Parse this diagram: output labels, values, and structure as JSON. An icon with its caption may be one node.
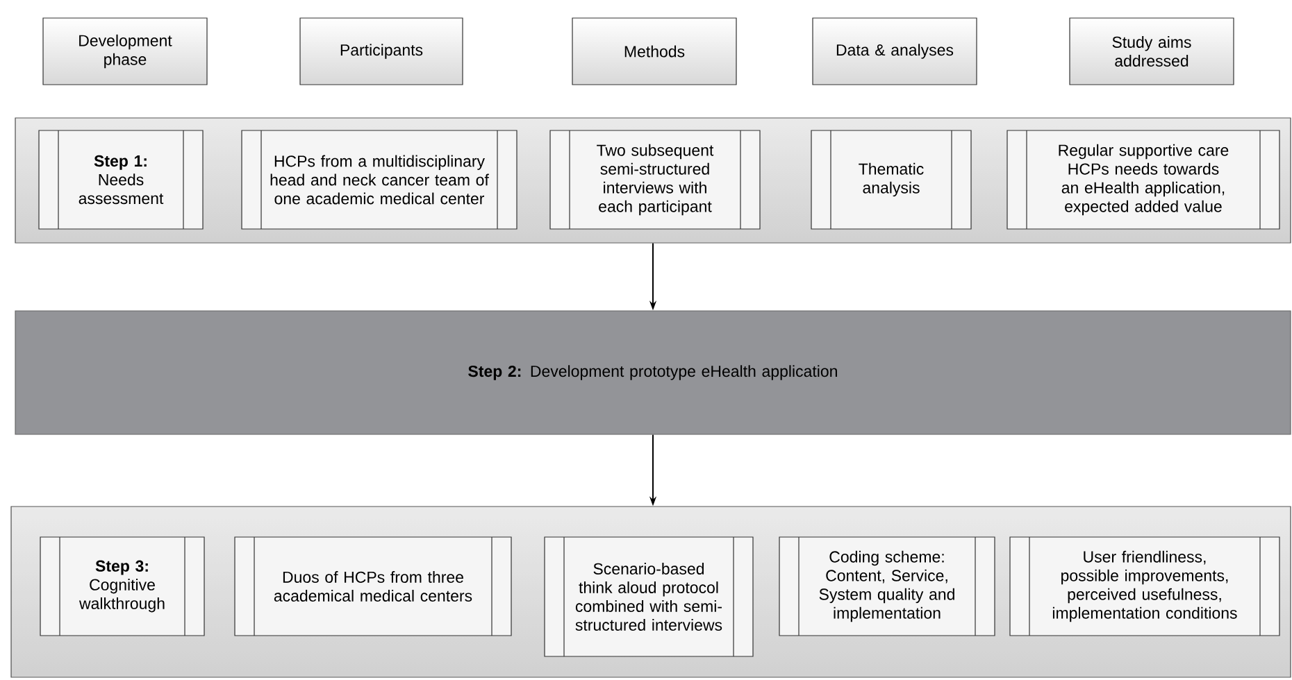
{
  "diagram": {
    "nodes": [
      {
        "text": [
          "Development phase"
        ]
      },
      {
        "text": [
          "Participants"
        ]
      },
      {
        "text": [
          "Methods"
        ]
      },
      {
        "text": [
          "Data & analyses"
        ]
      },
      {
        "text": [
          "Study aims addressed"
        ]
      },
      {
        "text": [],
        "shape": "box"
      },
      {
        "text": [
          "Step 1:",
          "Needs assessment"
        ],
        "in": 5
      },
      {
        "text": [
          "HCPs from a multidisciplinary head and neck cancer team of one academic medical center"
        ],
        "in": 5
      },
      {
        "text": [
          "Two subsequent semi-structured interviews with each participant"
        ],
        "in": 5
      },
      {
        "text": [
          "Thematic analysis"
        ],
        "in": 5
      },
      {
        "text": [
          "Regular supportive care HCPs needs towards an eHealth application, expected added value"
        ],
        "in": 5
      },
      {
        "text": [
          "**Step 2:** Development prototype eHealth application"
        ]
      },
      {
        "text": [],
        "shape": "box"
      },
      {
        "text": [
          "Step 3:",
          "Cognitive walkthrough"
        ],
        "in": 12
      },
      {
        "text": [
          "Duos of HCPs from three academical medical centers"
        ],
        "in": 12
      },
      {
        "text": [
          "Scenario-based think aloud protocol combined with semi-structured interviews"
        ],
        "in": 12
      },
      {
        "text": [
          "Coding scheme: Content, Service, System quality and implementation"
        ],
        "in": 12
      },
      {
        "text": [
          "User friendliness, possible improvements, perceived usefulness, implementation conditions"
        ],
        "in": 12
      }
    ],
    "edges": [
      {
        "from": 5,
        "to": 11,
        "arrow": "to"
      },
      {
        "from": 11,
        "to": 12,
        "arrow": "to"
      }
    ]
  }
}
